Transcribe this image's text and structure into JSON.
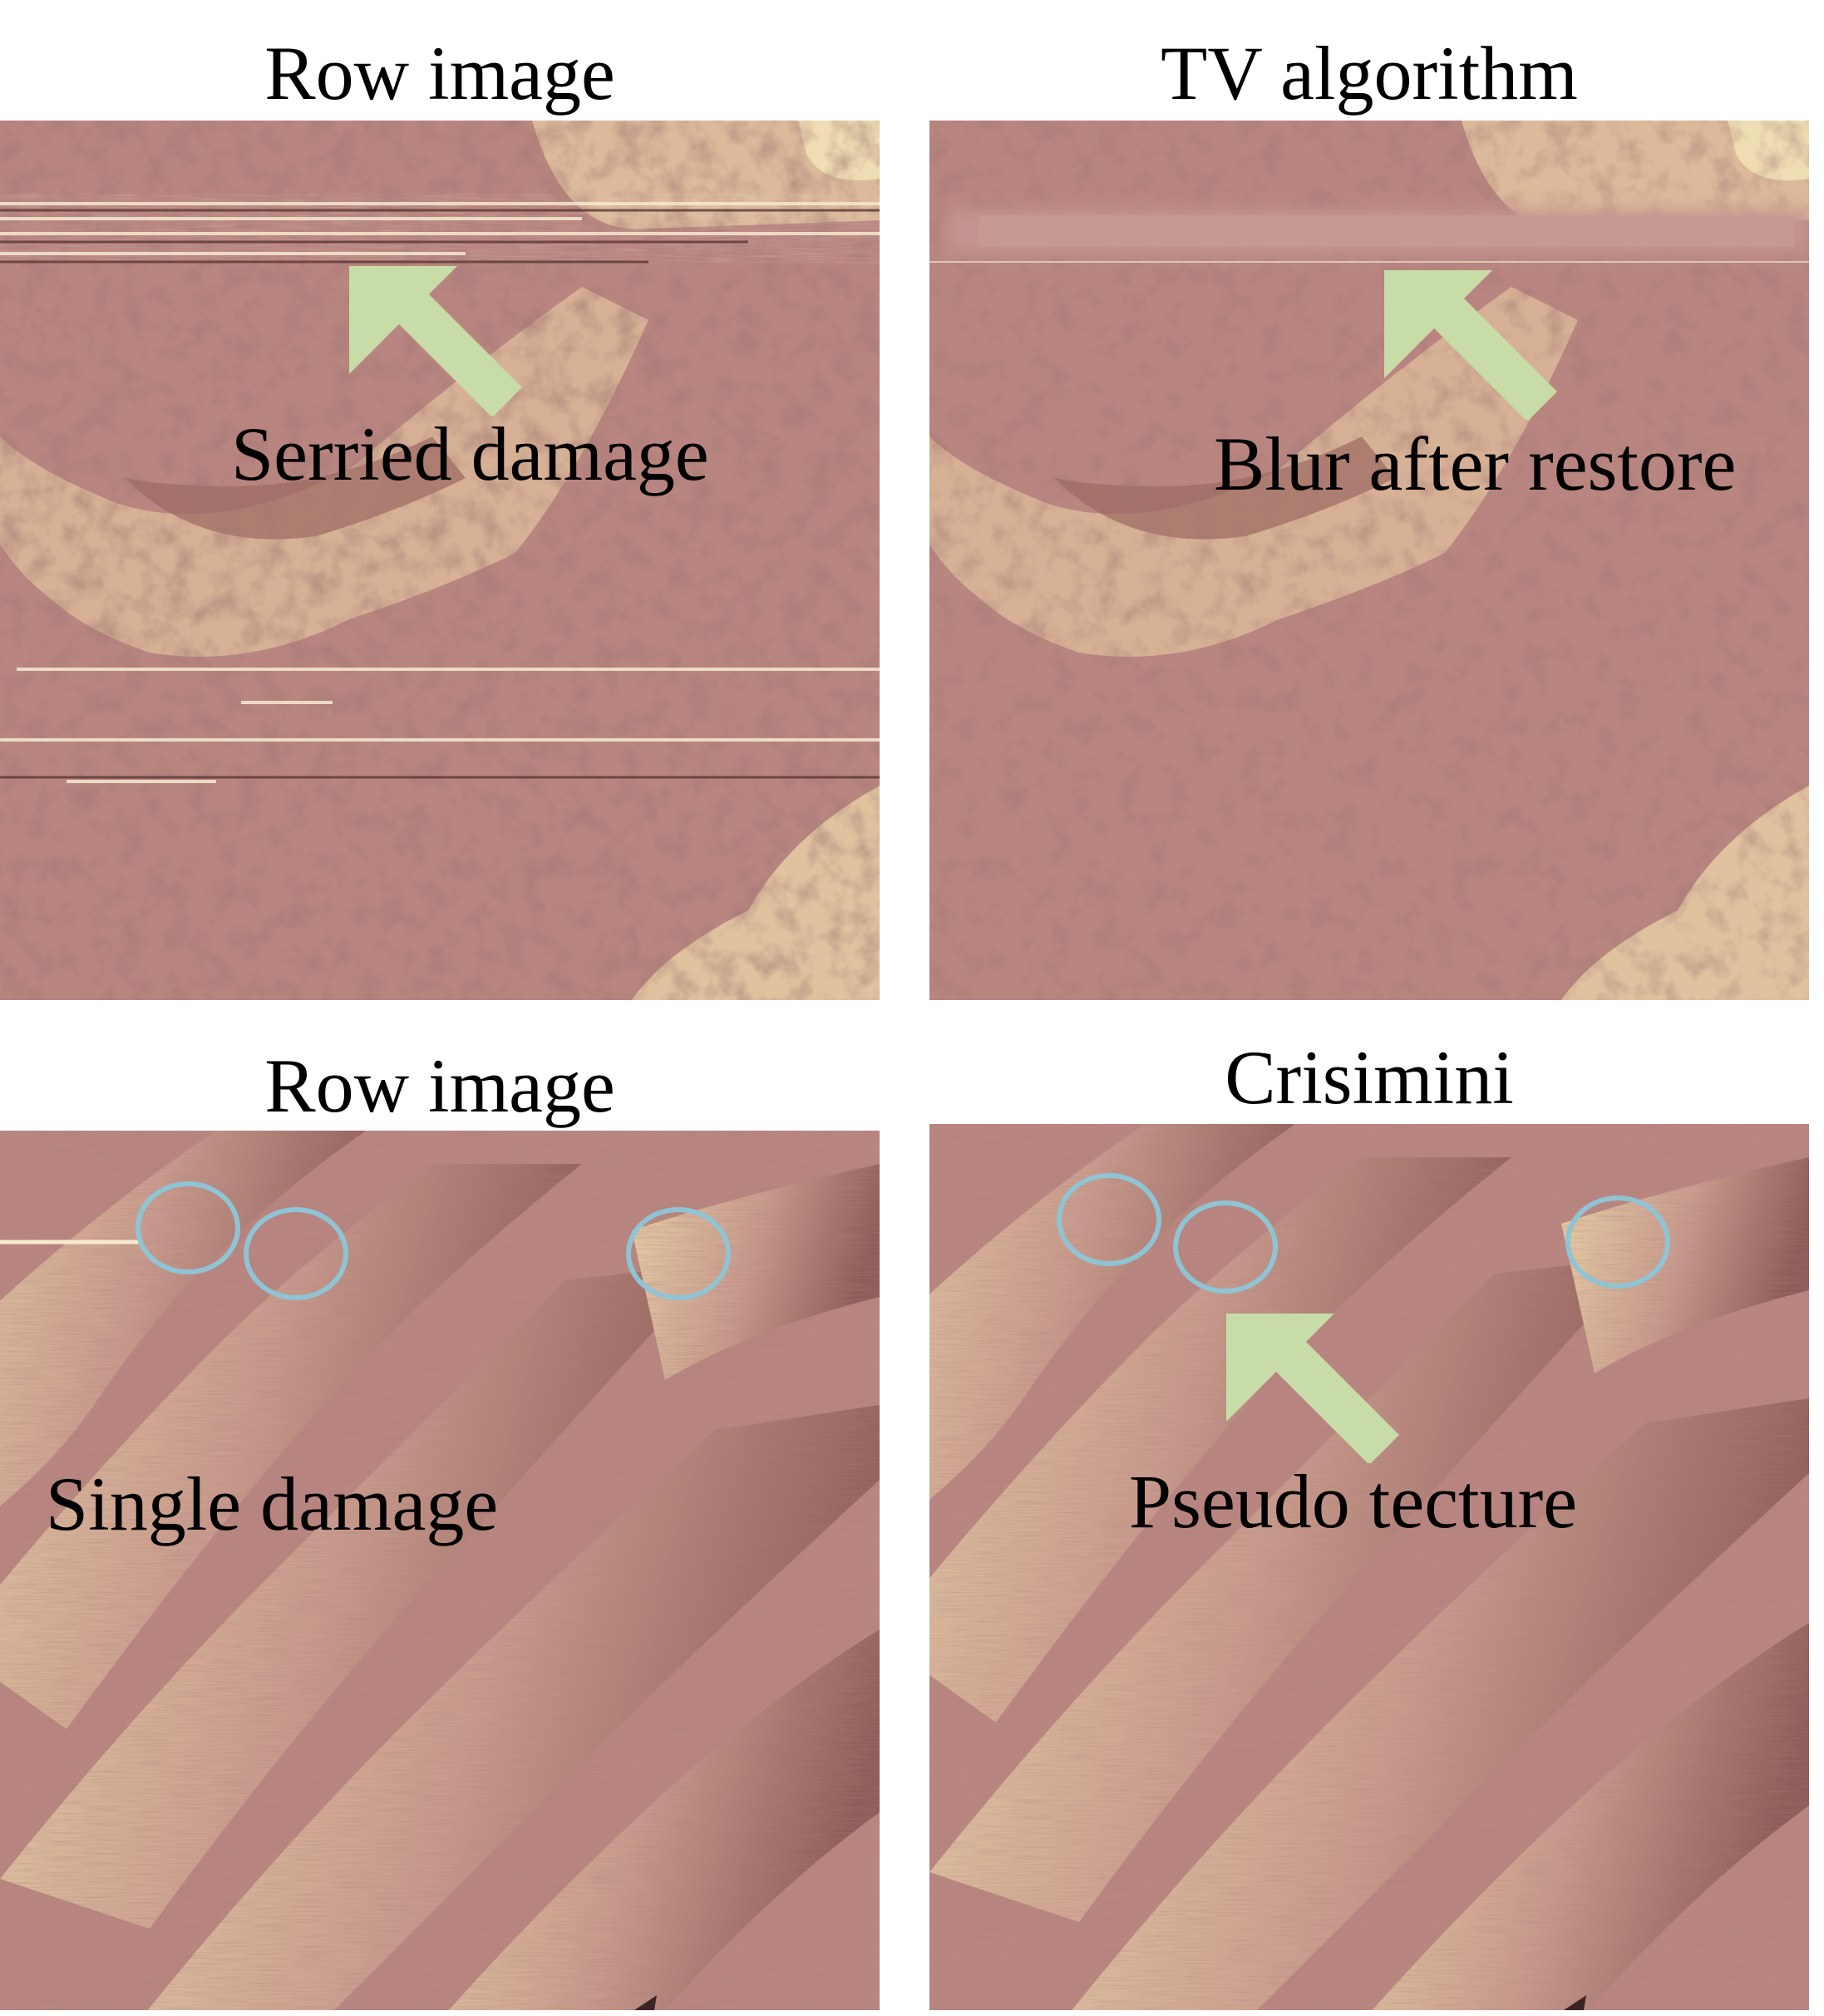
{
  "panels": [
    {
      "id": "top-left",
      "title": "Row image",
      "annotation": "Serried damage"
    },
    {
      "id": "top-right",
      "title": "TV algorithm",
      "annotation": "Blur after restore"
    },
    {
      "id": "bottom-left",
      "title": "Row image",
      "annotation": "Single damage"
    },
    {
      "id": "bottom-right",
      "title": "Crisimini",
      "annotation": "Pseudo tecture"
    }
  ],
  "colors": {
    "surface_base": "#b98580",
    "surface_dark": "#8c5a57",
    "surface_light": "#e8d2a6",
    "arrow": "#c8dca8",
    "circle": "#8fc4d4"
  }
}
